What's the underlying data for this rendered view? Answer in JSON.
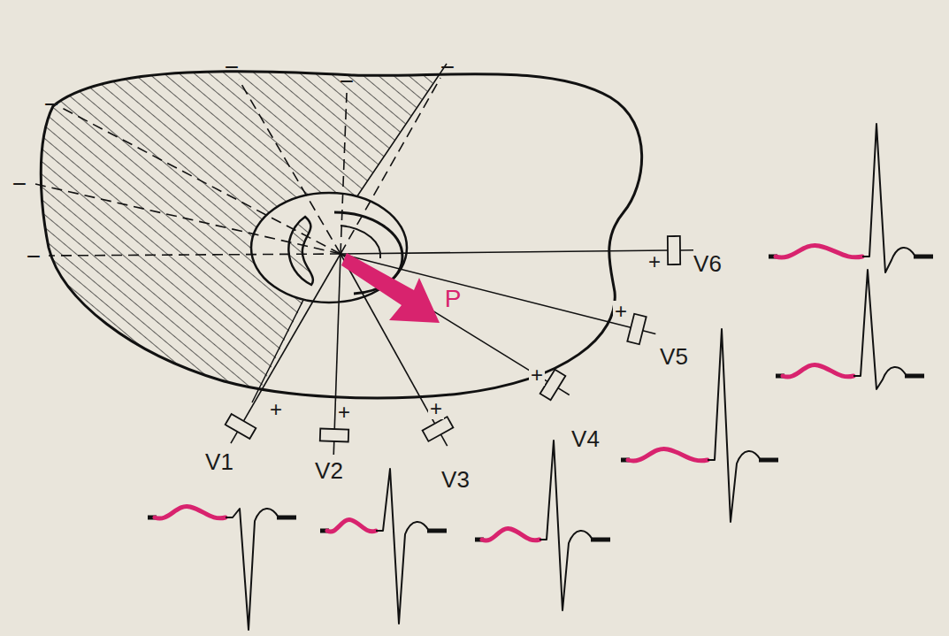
{
  "diagram": {
    "labels": [
      "−",
      "−",
      "−",
      "−",
      "−",
      "−",
      "+",
      "+",
      "+",
      "+",
      "+",
      "+",
      "V1",
      "V2",
      "V3",
      "V4",
      "V5",
      "V6",
      "P"
    ]
  }
}
